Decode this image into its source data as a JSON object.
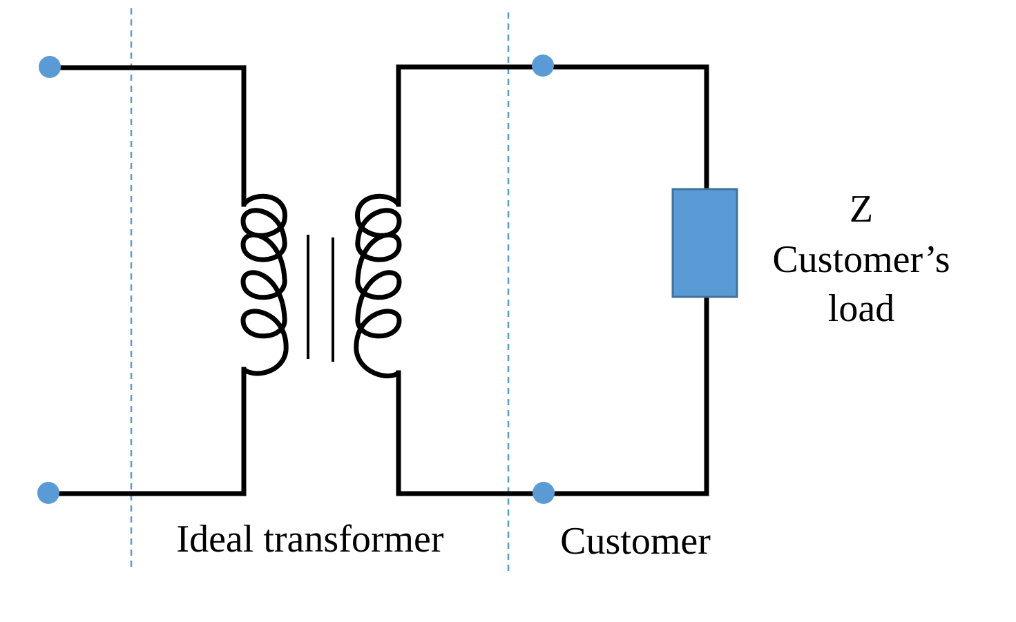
{
  "labels": {
    "transformer": "Ideal transformer",
    "customer": "Customer",
    "load_symbol": "Z",
    "load_name_line1": "Customer’s",
    "load_name_line2": "load"
  },
  "colors": {
    "wire": "#000000",
    "terminal": "#5b9bd5",
    "load": "#5b9bd5",
    "load_border": "#41719c",
    "divider": "#5b9bd5"
  },
  "components": {
    "input_terminals": 2,
    "output_terminals": 2,
    "primary_coil_turns": 4,
    "secondary_coil_turns": 4,
    "core_lines": 2
  }
}
